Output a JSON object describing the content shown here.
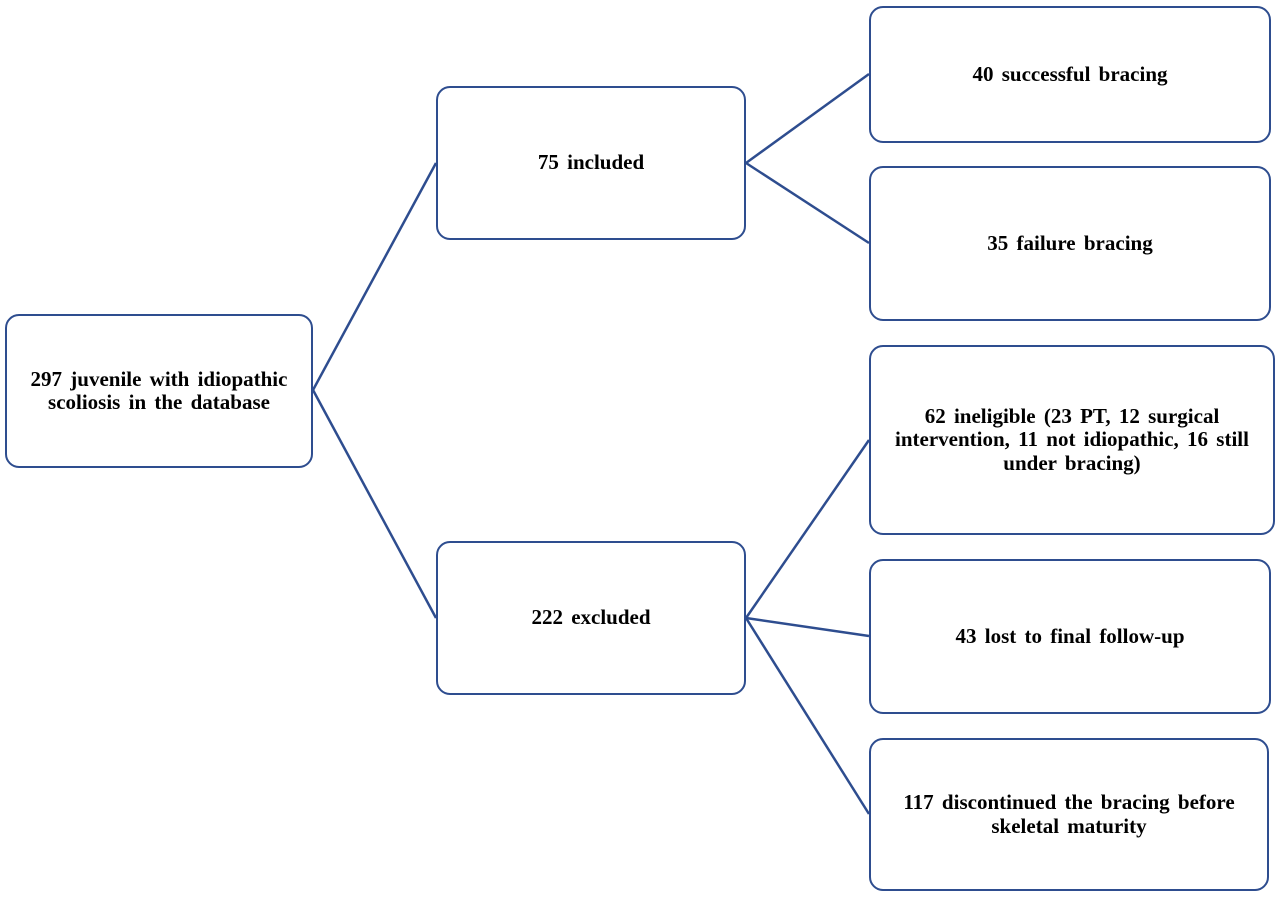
{
  "diagram": {
    "line_color": "#2e4d8f",
    "nodes": {
      "root": "297 juvenile with idiopathic scoliosis in the database",
      "included": "75 included",
      "excluded": "222 excluded",
      "successful": "40 successful bracing",
      "failure": "35 failure bracing",
      "ineligible": "62 ineligible (23 PT, 12 surgical intervention, 11 not idiopathic, 16 still under bracing)",
      "lost": "43 lost to final follow-up",
      "discontinued": "117 discontinued the bracing before skeletal maturity"
    },
    "edges": [
      {
        "from": "root",
        "to": "included"
      },
      {
        "from": "root",
        "to": "excluded"
      },
      {
        "from": "included",
        "to": "successful"
      },
      {
        "from": "included",
        "to": "failure"
      },
      {
        "from": "excluded",
        "to": "ineligible"
      },
      {
        "from": "excluded",
        "to": "lost"
      },
      {
        "from": "excluded",
        "to": "discontinued"
      }
    ]
  }
}
